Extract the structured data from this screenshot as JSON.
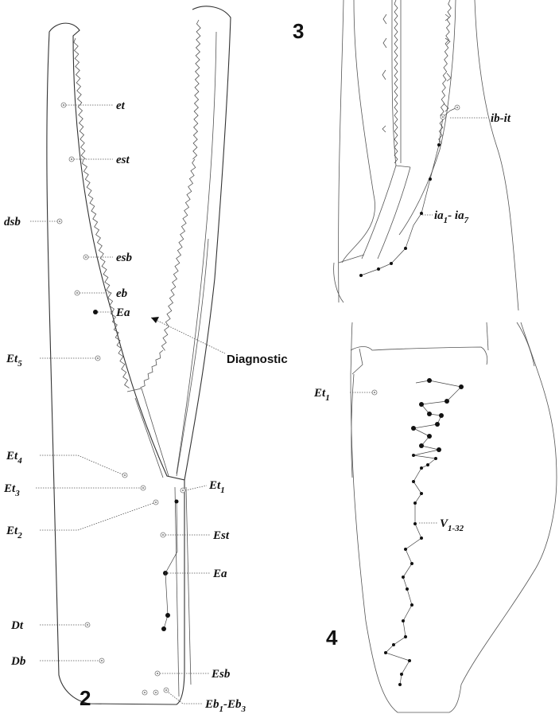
{
  "figure_numbers": {
    "fig2": "2",
    "fig3": "3",
    "fig4": "4"
  },
  "fig2_labels": {
    "et": "et",
    "est": "est",
    "dsb": "dsb",
    "esb": "esb",
    "eb": "eb",
    "Ea_upper": "Ea",
    "Et5": {
      "base": "Et",
      "sub": "5"
    },
    "Et4": {
      "base": "Et",
      "sub": "4"
    },
    "Et3": {
      "base": "Et",
      "sub": "3"
    },
    "Et2": {
      "base": "Et",
      "sub": "2"
    },
    "Et1": {
      "base": "Et",
      "sub": "1"
    },
    "Est": "Est",
    "Ea_lower": "Ea",
    "Dt": "Dt",
    "Db": "Db",
    "Esb": "Esb",
    "Eb": {
      "base1": "Eb",
      "sub1": "1",
      "dash": "-",
      "base2": "Eb",
      "sub2": "3"
    }
  },
  "diagnostic_label": "Diagnostic",
  "fig3_labels": {
    "ib_it": "ib-it",
    "ia": {
      "base1": "ia",
      "sub1": "1",
      "dash": "- ",
      "base2": "ia",
      "sub2": "7"
    }
  },
  "fig4_labels": {
    "Et1": {
      "base": "Et",
      "sub": "1"
    },
    "V": {
      "base": "V",
      "sub": "1-32"
    }
  }
}
